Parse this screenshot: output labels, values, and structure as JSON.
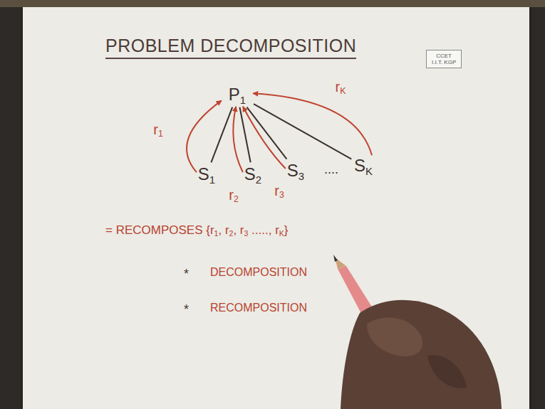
{
  "diagram": {
    "title": "PROBLEM DECOMPOSITION",
    "nodes": [
      {
        "text": [
          "CCET",
          "I.I.T. KGP"
        ]
      },
      {
        "text": [
          "P1"
        ]
      },
      {
        "text": [
          "S1"
        ]
      },
      {
        "text": [
          "S2"
        ]
      },
      {
        "text": [
          "S3"
        ]
      },
      {
        "text": [
          "SK"
        ]
      }
    ],
    "edges": [
      {
        "from": 1,
        "to": 2,
        "arrow": "none"
      },
      {
        "from": 1,
        "to": 3,
        "arrow": "none"
      },
      {
        "from": 1,
        "to": 4,
        "arrow": "none"
      },
      {
        "from": 1,
        "to": 5,
        "arrow": "none"
      },
      {
        "from": 2,
        "to": 1,
        "label": "r1",
        "arrow": "to"
      },
      {
        "from": 3,
        "to": 1,
        "label": "r2",
        "arrow": "to"
      },
      {
        "from": 4,
        "to": 1,
        "label": "r3",
        "arrow": "to"
      },
      {
        "from": 5,
        "to": 1,
        "label": "rK",
        "arrow": "to"
      }
    ],
    "labels": [
      "....",
      "= RECOMPOSES {r1, r2, r3 ....., rK}",
      "*",
      "DECOMPOSITION",
      "*",
      "RECOMPOSITION"
    ]
  }
}
